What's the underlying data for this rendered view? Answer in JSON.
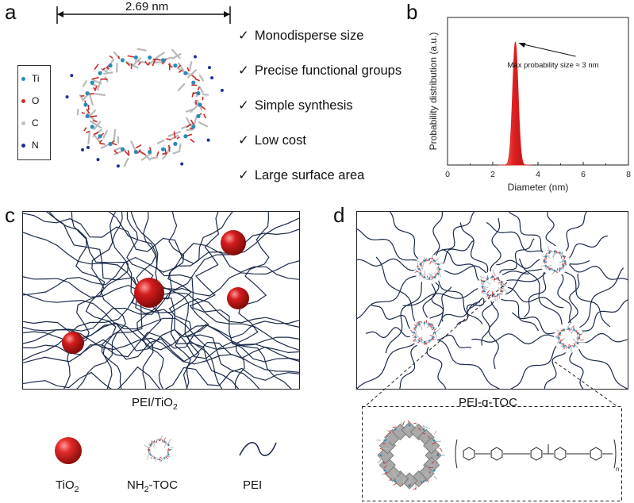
{
  "panel_labels": {
    "a": "a",
    "b": "b",
    "c": "c",
    "d": "d"
  },
  "panel_a": {
    "scale_bar_label": "2.69 nm",
    "legend": [
      {
        "symbol": "Ti",
        "color": "#2a8bb8"
      },
      {
        "symbol": "O",
        "color": "#d42a2a"
      },
      {
        "symbol": "C",
        "color": "#bfbfbf"
      },
      {
        "symbol": "N",
        "color": "#1f2f9c"
      }
    ],
    "features": [
      "Monodisperse size",
      "Precise functional groups",
      "Simple synthesis",
      "Low cost",
      "Large surface area"
    ],
    "check_mark": "✓"
  },
  "panel_b": {
    "annotation": "Max probability size ≈ 3 nm",
    "chart_data": {
      "type": "area",
      "xlabel": "Diameter (nm)",
      "ylabel": "Probability distribution (a.u.)",
      "xlim": [
        0,
        8
      ],
      "x_ticks": [
        "0",
        "2",
        "4",
        "6",
        "8"
      ],
      "y_ticks": [],
      "series": [
        {
          "peak_center": 3.0,
          "peak_width": 0.27,
          "color": "#e02020",
          "x": [
            2.4,
            2.55,
            2.7,
            2.8,
            2.9,
            3.0,
            3.1,
            3.2,
            3.3,
            3.45,
            3.6
          ],
          "values": [
            0.0,
            0.06,
            0.35,
            0.65,
            0.92,
            1.0,
            0.92,
            0.65,
            0.35,
            0.06,
            0.0
          ]
        }
      ],
      "ylim": [
        0,
        1.2
      ],
      "grid": false
    }
  },
  "panel_c": {
    "caption_main": "PEI/TiO",
    "caption_sub": "2",
    "particle_color": "#d41c1c",
    "chain_color": "#1b2a4a"
  },
  "panel_d": {
    "caption": "PEI-g-TOC",
    "repeat_subscript": "n"
  },
  "legend_bottom": {
    "tio2_main": "TiO",
    "tio2_sub": "2",
    "toc_prefix": "NH",
    "toc_sub": "2",
    "toc_suffix": "-TOC",
    "pei": "PEI"
  }
}
